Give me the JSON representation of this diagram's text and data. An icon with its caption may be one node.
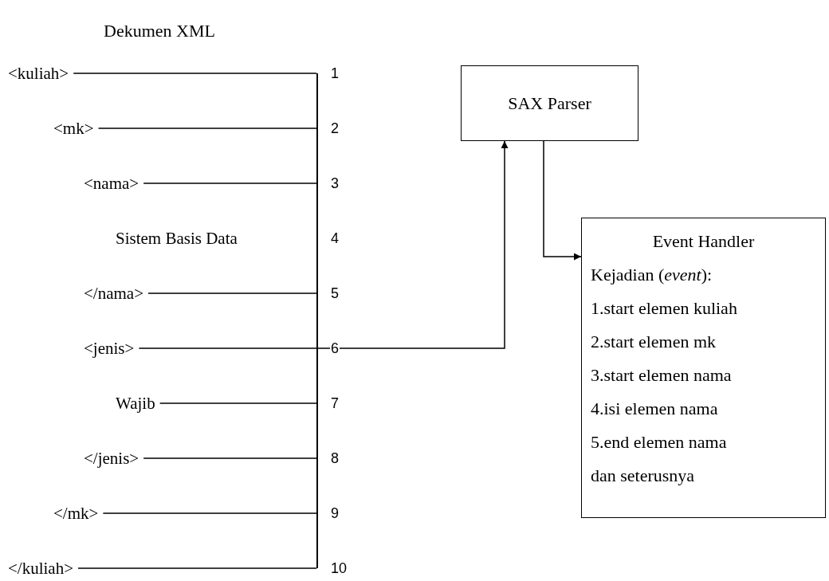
{
  "diagram": {
    "title": "Dekumen XML",
    "nodes": [
      {
        "text": [
          "<kuliah>"
        ]
      },
      {
        "text": [
          "<mk>"
        ]
      },
      {
        "text": [
          "<nama>"
        ]
      },
      {
        "text": [
          "Sistem Basis Data"
        ]
      },
      {
        "text": [
          "</nama>"
        ]
      },
      {
        "text": [
          "<jenis>"
        ]
      },
      {
        "text": [
          "Wajib"
        ]
      },
      {
        "text": [
          "</jenis>"
        ]
      },
      {
        "text": [
          "</mk>"
        ]
      },
      {
        "text": [
          "</kuliah>"
        ]
      },
      {
        "text": [],
        "shape": "bar"
      },
      {
        "text": [
          "SAX Parser"
        ]
      },
      {
        "text": [
          "Event Handler",
          "Kejadian (*event*):",
          "1.start elemen kuliah",
          "2.start elemen mk",
          "3.start elemen nama",
          "4.isi elemen nama",
          "5.end elemen nama",
          "dan seterusnya"
        ]
      }
    ],
    "edges": [
      {
        "from": 0,
        "to": 10,
        "arrow": "none"
      },
      {
        "from": 1,
        "to": 10,
        "arrow": "none"
      },
      {
        "from": 2,
        "to": 10,
        "arrow": "none"
      },
      {
        "from": 4,
        "to": 10,
        "arrow": "none"
      },
      {
        "from": 5,
        "to": 10,
        "arrow": "none"
      },
      {
        "from": 6,
        "to": 10,
        "arrow": "none"
      },
      {
        "from": 7,
        "to": 10,
        "arrow": "none"
      },
      {
        "from": 8,
        "to": 10,
        "arrow": "none"
      },
      {
        "from": 9,
        "to": 10,
        "arrow": "none"
      },
      {
        "from": 10,
        "to": 11,
        "arrow": "to"
      },
      {
        "from": 11,
        "to": 12,
        "arrow": "to"
      }
    ],
    "labels": [
      "1",
      "2",
      "3",
      "4",
      "5",
      "6",
      "7",
      "8",
      "9",
      "10"
    ]
  }
}
